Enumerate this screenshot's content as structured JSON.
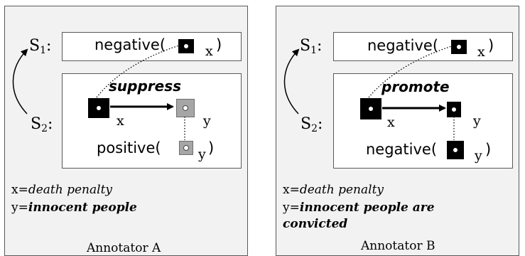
{
  "annotator_a": {
    "s1_label": "S",
    "s1_sub": "1",
    "s1_colon": ":",
    "s2_label": "S",
    "s2_sub": "2",
    "s2_colon": ":",
    "s1_predicate": "negative(",
    "s1_var": "x",
    "s1_close": ")",
    "relation": "suppress",
    "node_x_label": "x",
    "node_y_label": "y",
    "s2_predicate": "positive(",
    "s2_var": "y",
    "s2_close": ")",
    "def_x_prefix": "x=",
    "def_x_value": "death penalty",
    "def_y_prefix": "y=",
    "def_y_value": "innocent people",
    "footer": "Annotator A"
  },
  "annotator_b": {
    "s1_label": "S",
    "s1_sub": "1",
    "s1_colon": ":",
    "s2_label": "S",
    "s2_sub": "2",
    "s2_colon": ":",
    "s1_predicate": "negative(",
    "s1_var": "x",
    "s1_close": ")",
    "relation": "promote",
    "node_x_label": "x",
    "node_y_label": "y",
    "s2_predicate": "negative(",
    "s2_var": "y",
    "s2_close": ")",
    "def_x_prefix": "x=",
    "def_x_value": "death penalty",
    "def_y_prefix": "y=",
    "def_y_value_line1": "innocent people are",
    "def_y_value_line2": "convicted",
    "footer": "Annotator B"
  },
  "colors": {
    "panel_bg": "#f2f2f2",
    "border": "#595959",
    "node_black": "#000000",
    "node_grey": "#a6a6a6"
  }
}
